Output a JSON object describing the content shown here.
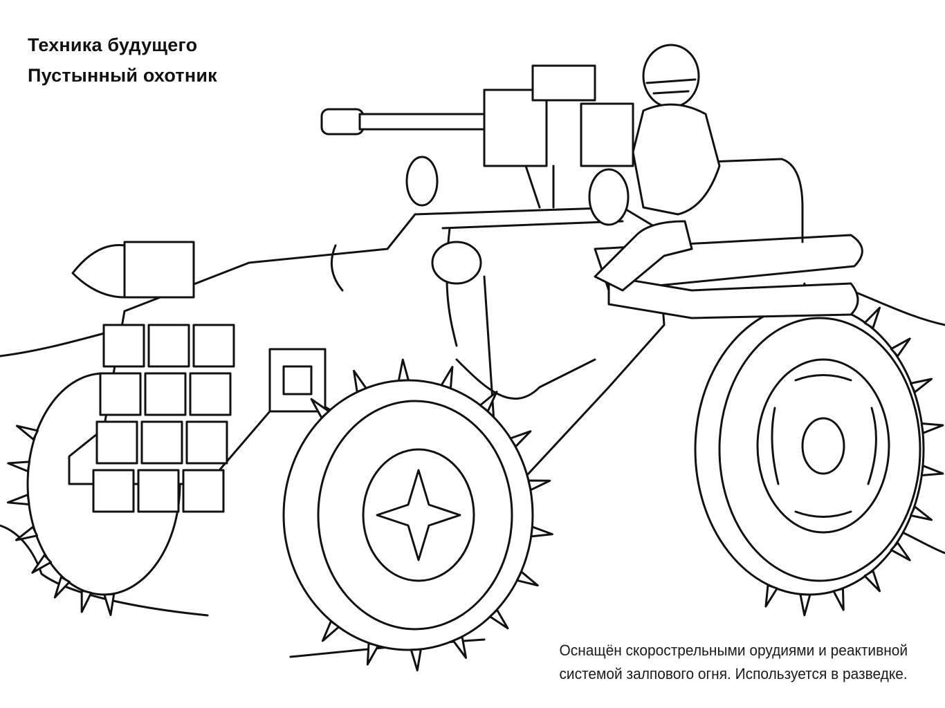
{
  "title": {
    "line1": "Техника будущего",
    "line2": "Пустынный охотник"
  },
  "caption": {
    "line1": "Оснащён скорострельными орудиями и реактивной",
    "line2": "системой залпового огня. Используется в разведке."
  },
  "colors": {
    "ink": "#111111",
    "paper": "#ffffff"
  }
}
